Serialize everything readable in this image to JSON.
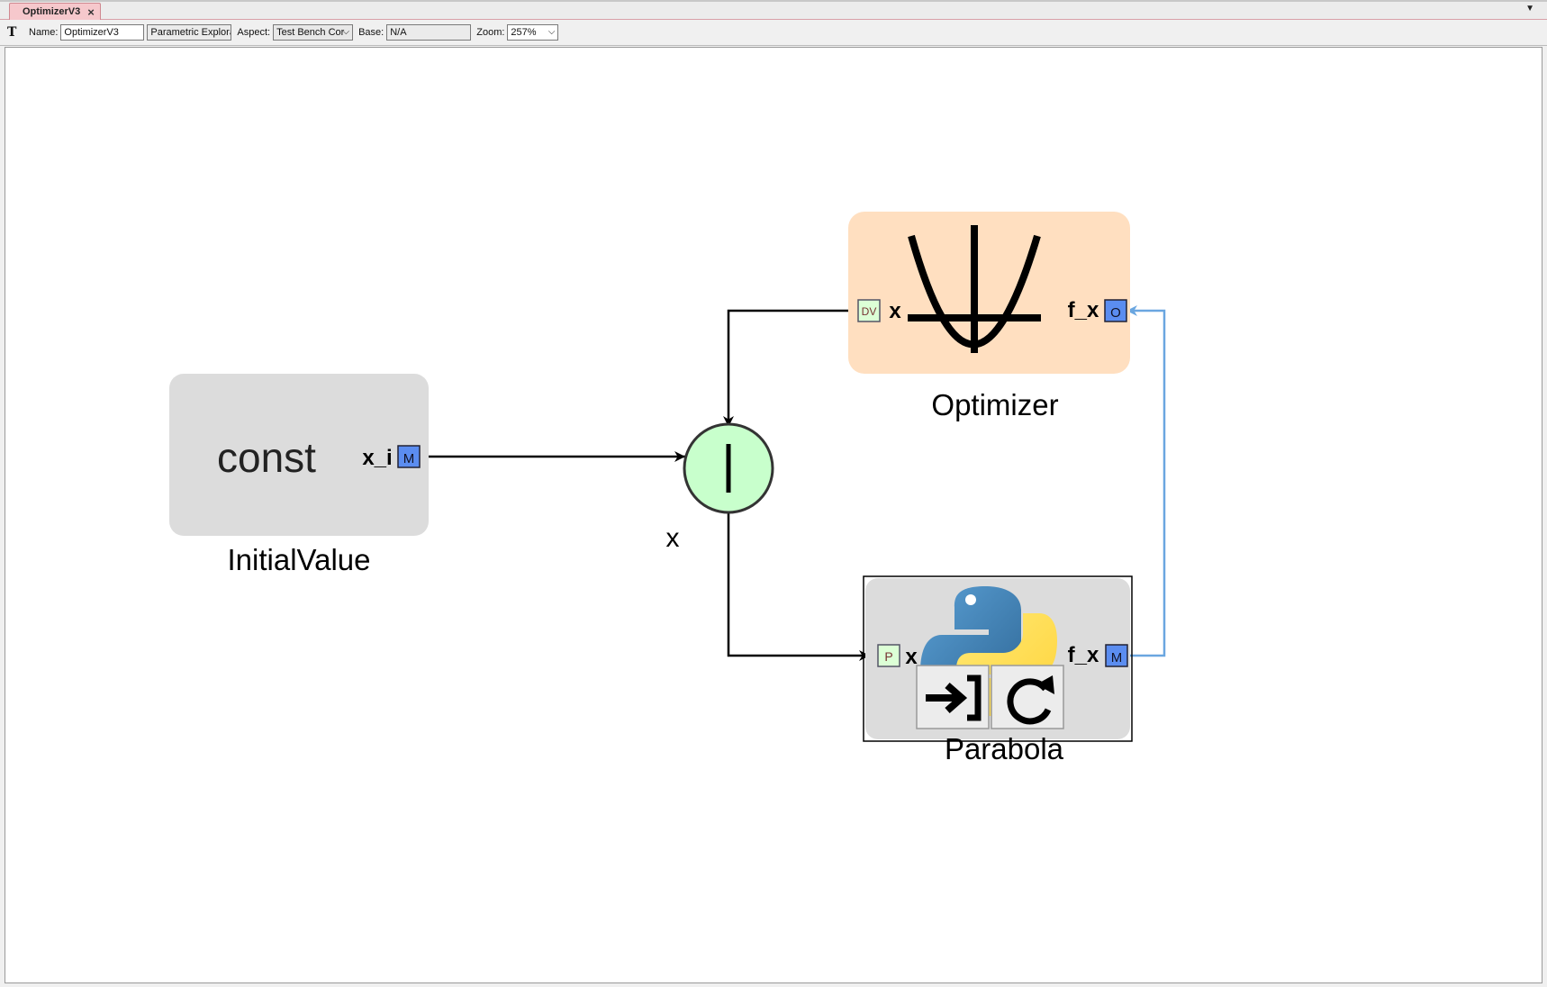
{
  "tab": {
    "title": "OptimizerV3",
    "close": "×",
    "menu": "▼"
  },
  "toolbar": {
    "icon": "T",
    "name_label": "Name:",
    "name_value": "OptimizerV3",
    "kind_value": "Parametric Exploratio",
    "aspect_label": "Aspect:",
    "aspect_value": "Test Bench Cor",
    "base_label": "Base:",
    "base_value": "N/A",
    "zoom_label": "Zoom:",
    "zoom_value": "257%"
  },
  "diagram": {
    "initial_value": {
      "label": "InitialValue",
      "body": "const",
      "port_name": "x_i",
      "port_badge": "M"
    },
    "optimizer": {
      "label": "Optimizer",
      "in_port_name": "x",
      "in_port_badge": "DV",
      "out_port_name": "f_x",
      "out_port_badge": "O",
      "icon": "parabola-icon"
    },
    "junction": {
      "label": "x",
      "icon": "vertical-bar-icon"
    },
    "parabola": {
      "label": "Parabola",
      "in_port_name": "x",
      "in_port_badge": "P",
      "out_port_name": "f_x",
      "out_port_badge": "M",
      "icon": "python-icon",
      "buttons": [
        "run-icon",
        "refresh-icon"
      ]
    }
  },
  "colors": {
    "const_fill": "#dcdcdc",
    "optimizer_fill": "#ffdfc0",
    "junction_fill": "#c8ffcc",
    "feedback_wire": "#6aa6e0",
    "port_m": "#5b8df0"
  }
}
